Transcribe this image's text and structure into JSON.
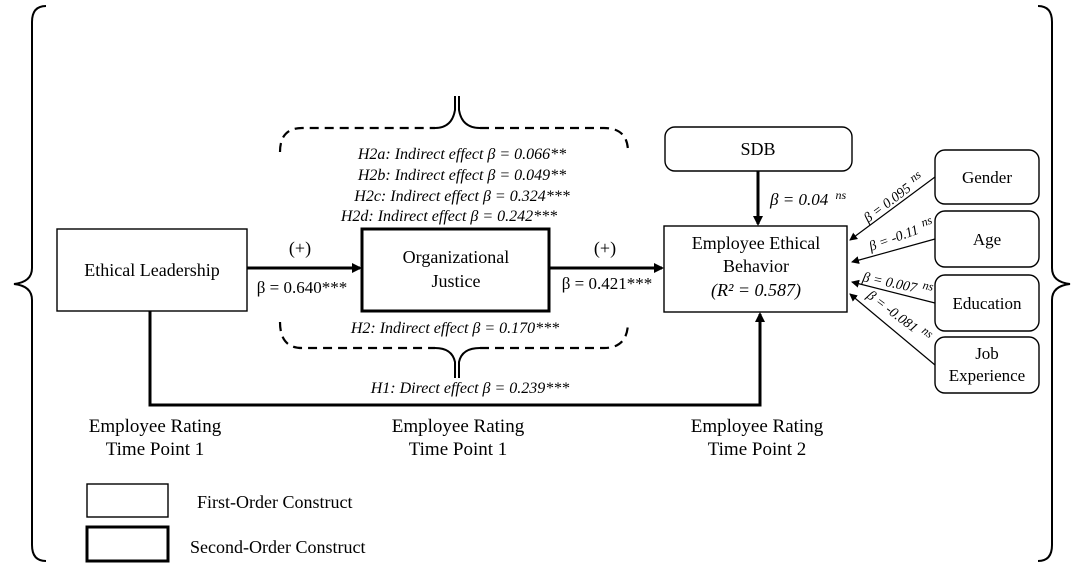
{
  "nodes": {
    "ethical_leadership": "Ethical Leadership",
    "org_justice_line1": "Organizational",
    "org_justice_line2": "Justice",
    "eeb_line1": "Employee Ethical",
    "eeb_line2": "Behavior",
    "eeb_r2": "(R² = 0.587)",
    "sdb": "SDB",
    "gender": "Gender",
    "age": "Age",
    "education": "Education",
    "job_exp_line1": "Job",
    "job_exp_line2": "Experience"
  },
  "paths": {
    "el_oj_sign": "(+)",
    "el_oj_beta": "β = 0.640***",
    "oj_eeb_sign": "(+)",
    "oj_eeb_beta": "β = 0.421***",
    "sdb_beta": "β = 0.04",
    "sdb_sup": "ns",
    "gender_beta": "β = 0.095",
    "gender_sup": "ns",
    "age_beta": "β = -0.11",
    "age_sup": "ns",
    "education_beta": "β = 0.007",
    "education_sup": "ns",
    "jobexp_beta": "β = -0.081",
    "jobexp_sup": "ns"
  },
  "effects": {
    "h2a": "H2a: Indirect effect β = 0.066**",
    "h2b": "H2b: Indirect effect β = 0.049**",
    "h2c": "H2c: Indirect effect β = 0.324***",
    "h2d": "H2d: Indirect effect β = 0.242***",
    "h2": "H2: Indirect effect β = 0.170***",
    "h1": "H1: Direct effect β = 0.239***"
  },
  "ratings": {
    "r1_line1": "Employee Rating",
    "r1_line2": "Time Point 1",
    "r2_line1": "Employee Rating",
    "r2_line2": "Time Point 1",
    "r3_line1": "Employee Rating",
    "r3_line2": "Time Point 2"
  },
  "legend": {
    "first_order": "First-Order Construct",
    "second_order": "Second-Order Construct"
  }
}
